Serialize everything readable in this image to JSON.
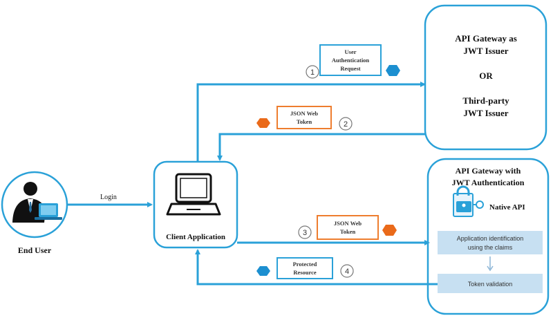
{
  "end_user": {
    "label": "End User"
  },
  "login": {
    "label": "Login"
  },
  "client": {
    "label": "Client Application"
  },
  "issuer": {
    "line1": "API Gateway as",
    "line2": "JWT Issuer",
    "or": "OR",
    "line3": "Third-party",
    "line4": "JWT Issuer"
  },
  "gateway": {
    "title1": "API Gateway with",
    "title2": "JWT Authentication",
    "native": "Native API",
    "step_a1": "Application identification",
    "step_a2": "using the claims",
    "step_b": "Token validation"
  },
  "flows": [
    {
      "num": "1",
      "lines": [
        "User",
        "Authentication",
        "Request"
      ]
    },
    {
      "num": "2",
      "lines": [
        "JSON Web",
        "Token"
      ]
    },
    {
      "num": "3",
      "lines": [
        "JSON Web",
        "Token"
      ]
    },
    {
      "num": "4",
      "lines": [
        "Protected",
        "Resource"
      ]
    }
  ],
  "colors": {
    "line": "#2aa1d8",
    "box_blue": "#2aa1d8",
    "box_orange": "#ee7d2e",
    "hex_blue": "#1c8fd0",
    "hex_orange": "#ea6a1a",
    "step_fill": "#c7e0f2"
  },
  "icons": {
    "end_user": "user-at-laptop-icon",
    "client": "laptop-icon",
    "native": "padlock-key-icon",
    "token_marker": "hexagon-icon"
  }
}
